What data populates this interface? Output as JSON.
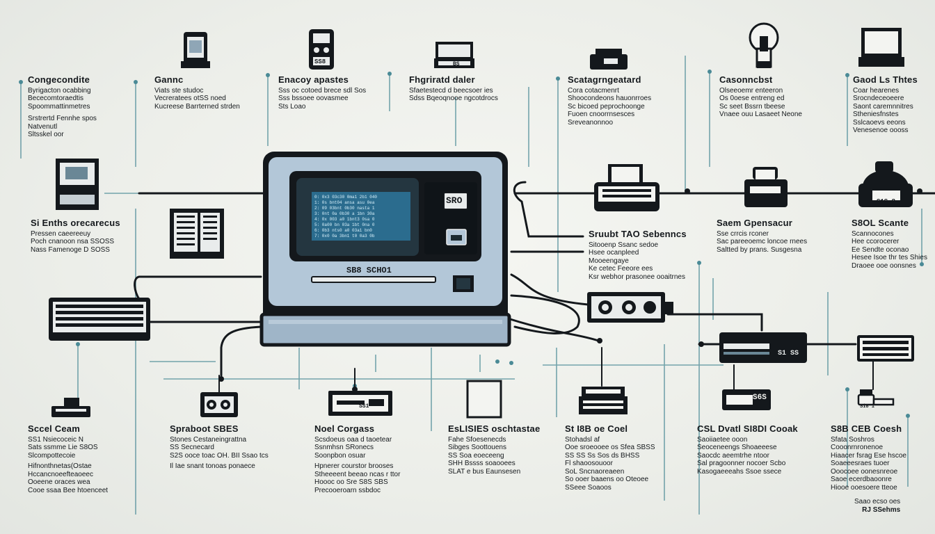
{
  "colors": {
    "background": "#eef0ec",
    "ink": "#14181c",
    "teal": "#4a8a96",
    "console": "#b3c7d8",
    "screen": "#2b6c8e"
  },
  "console": {
    "model_plate": "SB8 SCHO1",
    "badge": "SRO",
    "screen_lines": [
      "0: 0x3 03c30 0ma1 2b1 040",
      "1: 0s bnt04 ansa asu 0ea",
      "2: 09 03bnt 0b30 nasta 1",
      "3: 0nt 0a 0b30 a 1bn 30a",
      "4: 0x 003 a0 1bnt3 0sa 0",
      "5: 0a00 bn 03a 1bt 0na 0",
      "6: 0b3 nts0 a0 03a1 bn0",
      "7: 0x0 0a 3bn1 t0 0a3 0b"
    ]
  },
  "plates": {
    "top_box": "SS8",
    "top_mon": "BS",
    "tape": "S1S 8",
    "right_drive": "S1 SS",
    "cart": "S6S",
    "bottom_1": "SS1",
    "bottom_4": "Si8 1"
  },
  "labels": [
    {
      "id": "top-1",
      "heading": "Congecondite",
      "lines": [
        "Byrigacton ocabbing",
        "Bececomtoraedtis",
        "Spoommattinmetres",
        "Srstrertd Fennhe spos",
        "Natvenutl",
        "Sltsskel oor"
      ]
    },
    {
      "id": "top-2",
      "heading": "Gannc",
      "lines": [
        "Viats ste studoc",
        "Vecreratees otSS noed",
        "Kucreese Barrterned strden"
      ]
    },
    {
      "id": "top-3",
      "heading": "Enacoy apastes",
      "lines": [
        "Sss oc cotoed brece sdl Sos",
        "Sss bssoee oovasmee",
        "Sts Loao"
      ]
    },
    {
      "id": "top-4",
      "heading": "Fhgriratd daler",
      "lines": [
        "Sfaetestecd d beecsoer ies",
        "Sdss Bqeoqnooe ngcotdrocs"
      ]
    },
    {
      "id": "top-5",
      "heading": "Scatagrngeatard",
      "lines": [
        "Cora cotacmenrt",
        "Shoocondeons hauonrroes",
        "Sc bicoed peprochoonge",
        "Fuoen cnoorrnsesces",
        "Sreveanonnoo"
      ]
    },
    {
      "id": "top-6",
      "heading": "Casonncbst",
      "lines": [
        "Olseeoemr enteeron",
        "Os 0oese entreng ed",
        "Sc seet Bssrn tbeese",
        "Vnaee ouu Lasaeet Neone"
      ]
    },
    {
      "id": "top-7",
      "heading": "Gaod Ls Thtes",
      "lines": [
        "Coar hearenes",
        "Srocndeceoeere",
        "Saont caremnnitres",
        "Stheniesfnstes",
        "Sslcaoevs eeons",
        "Venesenoe oooss"
      ]
    },
    {
      "id": "mid-left",
      "heading": "Si Enths orecarecus",
      "lines": [
        "Pressen caeereeuy",
        "Poch cnanoon nsa SSOSS",
        "Nass Famenoge D SOSS"
      ]
    },
    {
      "id": "mid-1",
      "heading": "Sruubt TAO Sebenncs",
      "lines": [
        "Sitooenp Ssanc sedoe",
        "Hsee ocanpleed",
        "Mooeengaye",
        "Ke cetec Feeore ees",
        "Ksr webhor prasonee ooaitrnes"
      ]
    },
    {
      "id": "mid-2",
      "heading": "Saem Gpensacur",
      "lines": [
        "Sse crrcis rconer",
        "Sac pareeoemc loncoe rnees",
        "Saltted by prans. Susgesna"
      ]
    },
    {
      "id": "mid-3",
      "heading": "S8OL Scante",
      "lines": [
        "Scannocones",
        "Hee ccorocerer",
        "Ee Sendte oconao",
        "Hesee Isoe thr tes Shies",
        "Draoee ooe oonsnes"
      ]
    },
    {
      "id": "bot-1",
      "heading": "Sccel Ceam",
      "lines": [
        "SS1 Nsiecoceic N",
        "Sats ssmme Lie S8OS",
        "Slcompottecoie",
        "Hifnonthnetas(Ostae",
        "Hccancnoeefteaoeec",
        "Ooeene oraces wea",
        "Cooe ssaa Bee htoenceet"
      ]
    },
    {
      "id": "bot-2",
      "heading": "Spraboot SBES",
      "lines": [
        "Stones Cestaneingrattna",
        "SS Secnecard",
        "S2S ooce toac OH. BII Ssao tcs",
        "Il Iae snant tonoas ponaece"
      ]
    },
    {
      "id": "bot-3",
      "heading": "Noel Corgass",
      "lines": [
        "Scsdoeus oaa d taoetear",
        "Ssnmhsn SRonecs",
        "Soonpbon osuar",
        "Hpnerer courstor brooses",
        "Stheeeent beeao ncas r ttor",
        "Hoooc oo Sre S8S SBS",
        "Precooeroarn ssbdoc"
      ]
    },
    {
      "id": "bot-4",
      "heading": "EsLISIES oschtastae",
      "lines": [
        "Fahe Sfoesenecds",
        "Sibges Soottouens",
        "SS Soa eoeceeng",
        "SHH Bssss soaooees",
        "SLAT e bus Eaunsesen"
      ]
    },
    {
      "id": "bot-5",
      "heading": "St I8B oe Coel",
      "lines": [
        "Stohadsl af",
        "Ooe sroeooee os Sfea SBSS",
        "SS SS Ss Sos ds BHSS",
        "Fl shaoosouoor",
        "SoL  Sncnaoreaeen",
        "So ooer baaens oo Oteoee",
        "SSeee Soaoos"
      ]
    },
    {
      "id": "bot-6",
      "heading": "CSL Dvatl SI8DI Cooak",
      "lines": [
        "Saoiiaetee ooon",
        "Seoceneengs Shoaeeese",
        "Saocdc aeemtrhe ntoor",
        "Sal pragoonner nocoer Scbo",
        "Kasogaeeeahs Ssoe ssece"
      ]
    },
    {
      "id": "bot-7",
      "heading": "S8B CEB Coesh",
      "lines": [
        "Sfata Soshros",
        "Cooonrnronenoe",
        "Hiaacer fsrag Ese hscoe",
        "Soaeeesraes tuoer",
        "Ooocoee oonesnreoe",
        "Saoe  ecerdbaoonre",
        "Hiooe ooesoere tteoe"
      ]
    },
    {
      "id": "bot-8",
      "heading": "",
      "lines": [
        "Saao ecso oes",
        "RJ SSehms"
      ]
    }
  ]
}
